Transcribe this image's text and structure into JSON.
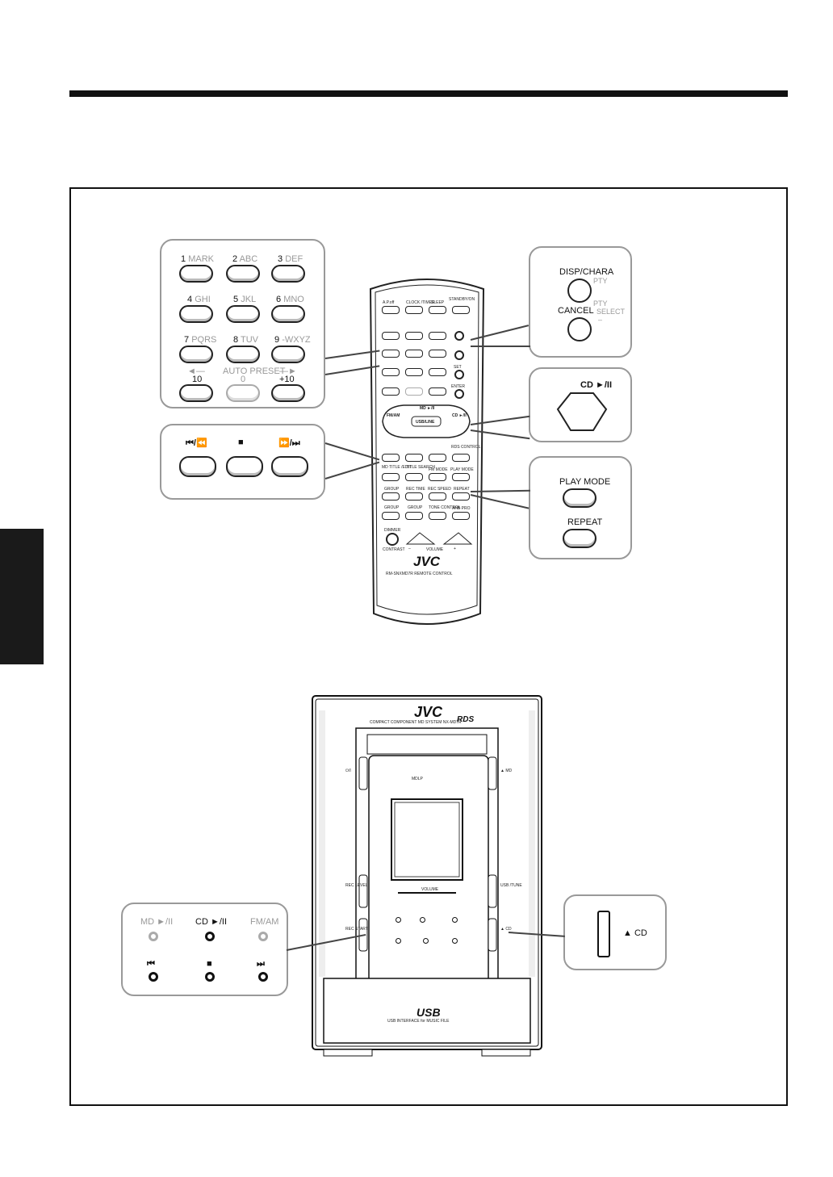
{
  "remote": {
    "numpad": [
      {
        "num": "1",
        "sub": "MARK"
      },
      {
        "num": "2",
        "sub": "ABC"
      },
      {
        "num": "3",
        "sub": "DEF"
      },
      {
        "num": "4",
        "sub": "GHI"
      },
      {
        "num": "5",
        "sub": "JKL"
      },
      {
        "num": "6",
        "sub": "MNO"
      },
      {
        "num": "7",
        "sub": "PQRS"
      },
      {
        "num": "8",
        "sub": "TUV"
      },
      {
        "num": "9",
        "sub": "-WXYZ"
      }
    ],
    "ten": "10",
    "auto_preset": "AUTO PRESET",
    "zero": "0",
    "plus_ten": "+10",
    "transport": {
      "prev": "⏮/⏪",
      "stop": "■",
      "next": "⏩/⏭"
    },
    "disp_chara": "DISP/CHARA",
    "pty_1": "PTY",
    "cancel": "CANCEL",
    "pty_2": "PTY",
    "select": "SELECT",
    "minus": "–",
    "cd_play_pause": "CD ►/II",
    "play_mode": "PLAY MODE",
    "repeat": "REPEAT",
    "body": {
      "row1": [
        "A.P.off",
        "CLOCK /TIMER",
        "SLEEP",
        "STANDBY/ON"
      ],
      "rds": "RDS CONTROL",
      "mid": [
        "MD TITLE /EDIT",
        "TITLE SEARCH",
        "FM MODE",
        "PLAY MODE"
      ],
      "row3": [
        "GROUP",
        "REC TIME",
        "REC SPEED",
        "REPEAT"
      ],
      "row4": [
        "GROUP",
        "GROUP",
        "TONE CONTROL",
        "AHB PRO"
      ],
      "src": [
        "FM/AM",
        "MD ►/II",
        "CD ►/II",
        "USB/LINE"
      ],
      "dimmer": "DIMMER",
      "contrast": "CONTRAST",
      "volume": "VOLUME",
      "vol_minus": "–",
      "vol_plus": "+",
      "brand": "JVC",
      "model": "RM-SNXMD7R REMOTE CONTROL",
      "set": "SET",
      "enter": "ENTER"
    }
  },
  "unit": {
    "brand": "JVC",
    "subtitle": "COMPACT COMPONENT MD SYSTEM NX-MD7R",
    "rds": "RDS",
    "mdlp": "MDLP",
    "standby": "⏻/I",
    "eject_md": "▲ MD",
    "rec_level": "REC LEVEL",
    "usb_tune": "USB /TUNE",
    "rec_start": "REC START",
    "eject_cd": "▲ CD",
    "volume": "VOLUME",
    "usb_logo": "USB",
    "usb_sub": "USB INTERFACE for MUSIC FILE",
    "panel": {
      "md_play": "MD ►/II",
      "cd_play": "CD ►/II",
      "fm_am": "FM/AM",
      "prev": "⏮",
      "stop": "■",
      "next": "⏭"
    },
    "cd_eject_label": "▲ CD"
  }
}
